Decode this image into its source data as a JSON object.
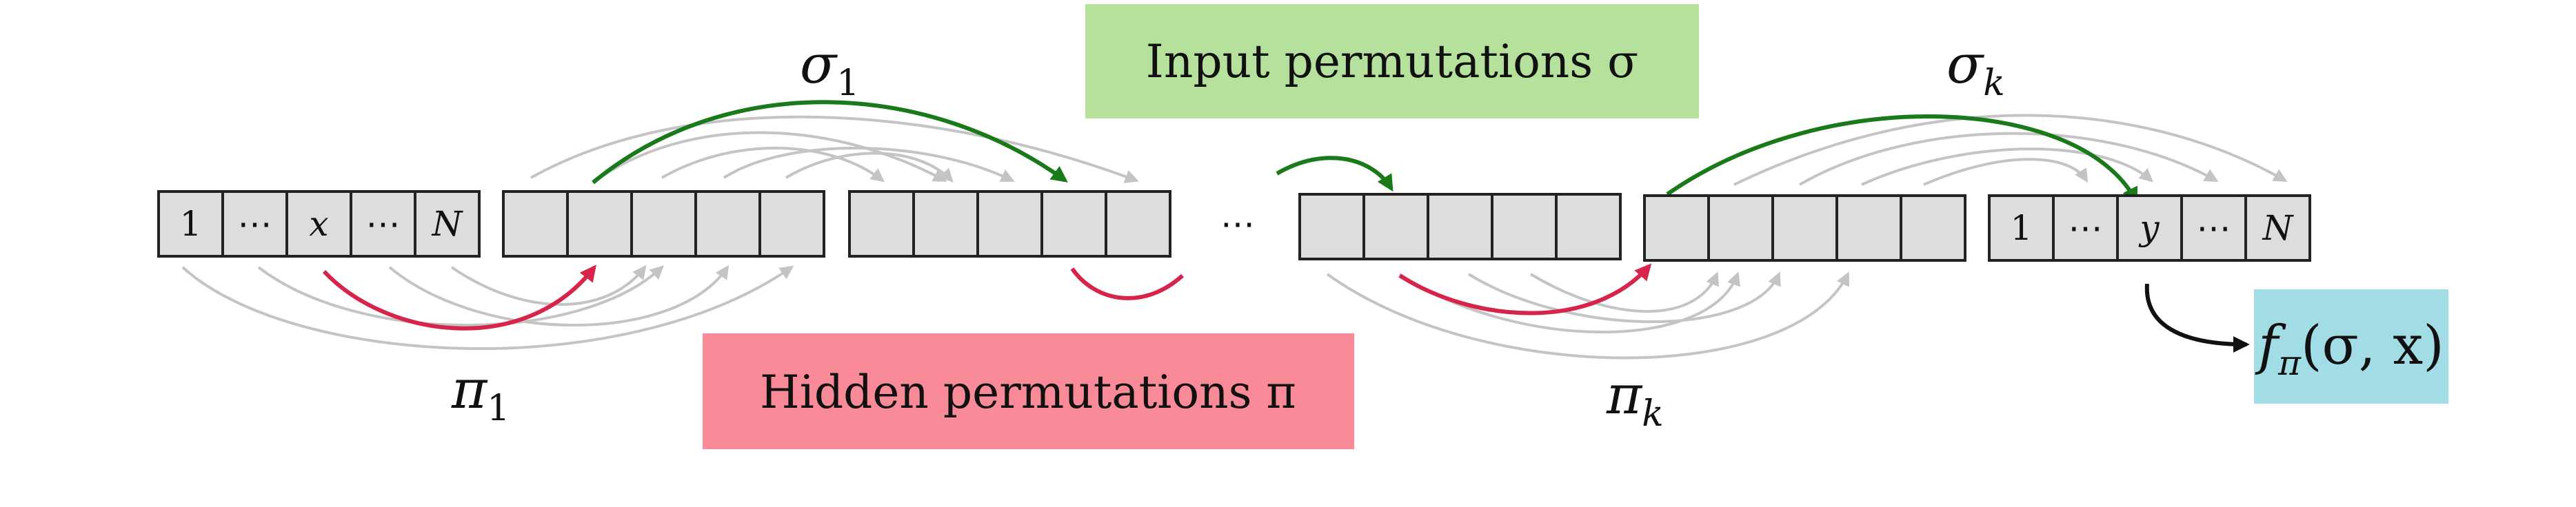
{
  "input_cells": [
    "1",
    "⋯",
    "x",
    "⋯",
    "N"
  ],
  "output_cells": [
    "1",
    "⋯",
    "y",
    "⋯",
    "N"
  ],
  "ellipsis": "⋯",
  "labels": {
    "input_permutations": "Input permutations σ",
    "hidden_permutations": "Hidden permutations π",
    "sigma_1": "σ",
    "sigma_1_sub": "1",
    "sigma_k": "σ",
    "sigma_k_sub": "k",
    "pi_1": "π",
    "pi_1_sub": "1",
    "pi_k": "π",
    "pi_k_sub": "k",
    "output_f": "f",
    "output_sub": "π",
    "output_args": "(σ, x)"
  },
  "colors": {
    "input_box": "#b5e19d",
    "hidden_box": "#f98a98",
    "output_box": "#a2dce4",
    "green_arrow": "#1a7a1a",
    "red_arrow": "#d6244a",
    "gray_arrow": "#c4c4c4",
    "cell_fill": "#dddddd"
  }
}
